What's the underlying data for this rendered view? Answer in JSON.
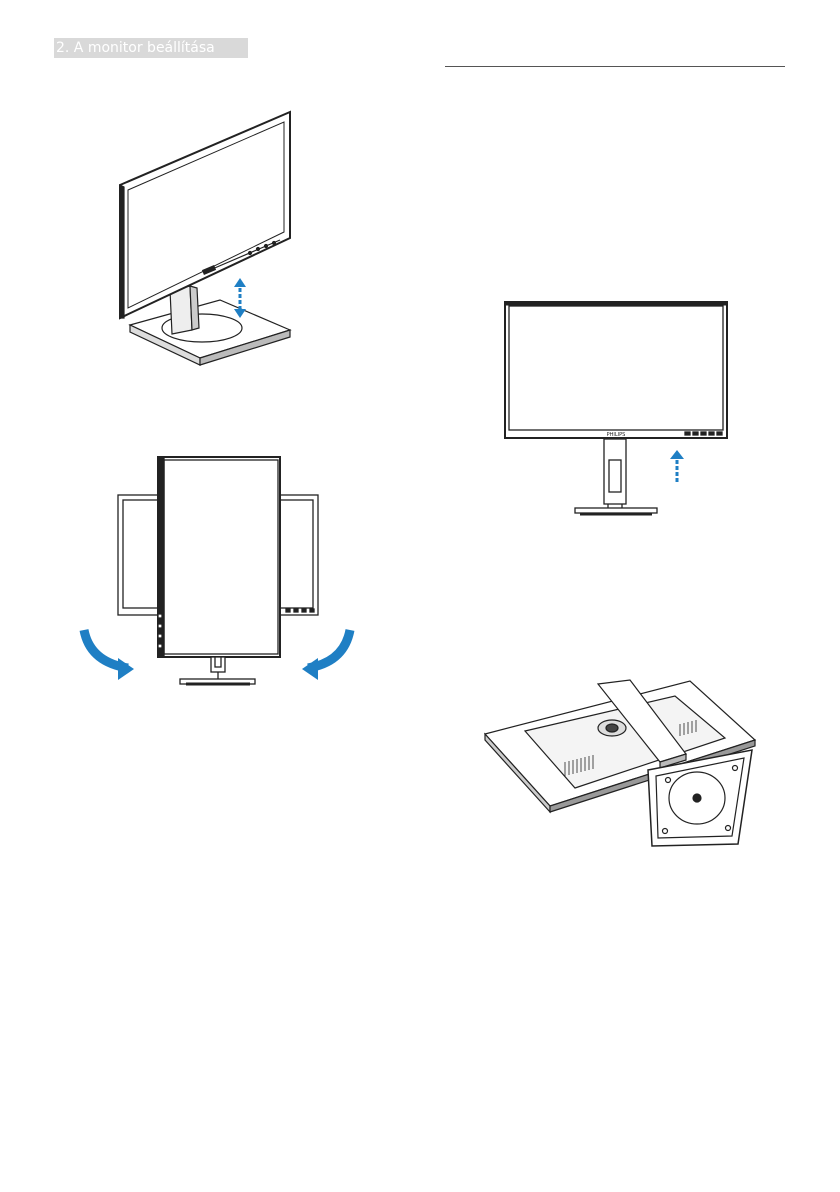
{
  "header": {
    "section_title": "2. A monitor beállítása"
  },
  "illustrations": [
    {
      "name": "height-adjust-illustration",
      "icon": "monitor-height-adjust"
    },
    {
      "name": "pivot-illustration",
      "icon": "monitor-pivot-rotate"
    },
    {
      "name": "front-view-illustration",
      "icon": "monitor-front-raise"
    },
    {
      "name": "stand-removal-illustration",
      "icon": "monitor-face-down-stand"
    }
  ],
  "front_view": {
    "brand_label": "PHILIPS"
  },
  "colors": {
    "accent_arrow": "#1f7fc4",
    "line": "#222222",
    "tab_bg": "#d9d9d9"
  }
}
